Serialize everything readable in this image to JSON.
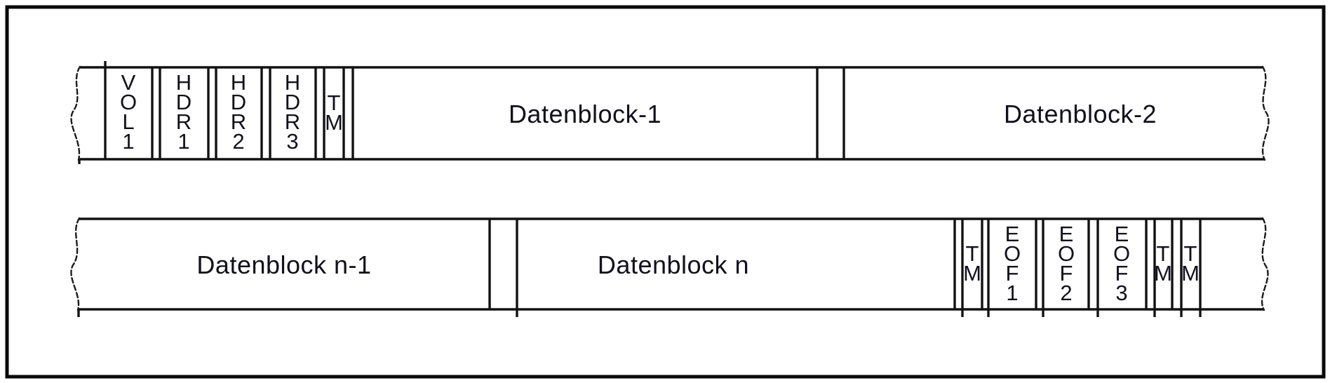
{
  "diagram": {
    "kind": "magnetic-tape-layout",
    "colors": {
      "background": "#ffffff",
      "line": "#121212",
      "text": "#10101e"
    }
  },
  "tapes": [
    {
      "name": "tape-row-1",
      "cells": [
        {
          "id": "vol1",
          "label": "VOL1",
          "stacked": true
        },
        {
          "id": "hdr1",
          "label": "HDR1",
          "stacked": true
        },
        {
          "id": "hdr2",
          "label": "HDR2",
          "stacked": true
        },
        {
          "id": "hdr3",
          "label": "HDR3",
          "stacked": true
        },
        {
          "id": "tm",
          "label": "TM",
          "stacked": true
        },
        {
          "id": "datenblock-1",
          "label": "Datenblock-1",
          "stacked": false
        },
        {
          "id": "datenblock-2",
          "label": "Datenblock-2",
          "stacked": false
        }
      ]
    },
    {
      "name": "tape-row-2",
      "cells": [
        {
          "id": "datenblock-n-1",
          "label": "Datenblock n-1",
          "stacked": false
        },
        {
          "id": "datenblock-n",
          "label": "Datenblock n",
          "stacked": false
        },
        {
          "id": "tm-1",
          "label": "TM",
          "stacked": true
        },
        {
          "id": "eof1",
          "label": "EOF1",
          "stacked": true
        },
        {
          "id": "eof2",
          "label": "EOF2",
          "stacked": true
        },
        {
          "id": "eof3",
          "label": "EOF3",
          "stacked": true
        },
        {
          "id": "tm-2",
          "label": "TM",
          "stacked": true
        },
        {
          "id": "tm-3",
          "label": "TM",
          "stacked": true
        }
      ]
    }
  ]
}
